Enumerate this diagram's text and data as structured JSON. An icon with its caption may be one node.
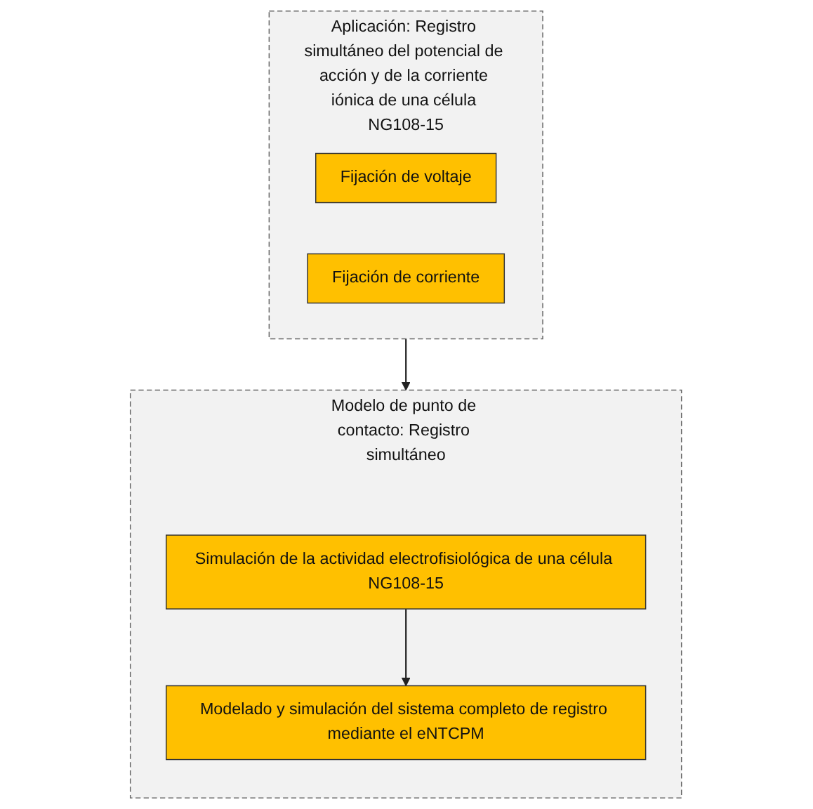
{
  "diagram": {
    "nodes": [
      {
        "text": [
          "Aplicación: Registro simultáneo del potencial de acción y de la corriente iónica de una célula NG108-15"
        ]
      },
      {
        "text": [
          "Fijación de voltaje"
        ],
        "in": 0
      },
      {
        "text": [
          "Fijación de corriente"
        ],
        "in": 0
      },
      {
        "text": [
          "Modelo de punto de contacto: Registro simultáneo"
        ]
      },
      {
        "text": [
          "Simulación de la actividad electrofisiológica de una célula NG108-15"
        ],
        "in": 3
      },
      {
        "text": [
          "Modelado y simulación del sistema completo de registro mediante el eNTCPM"
        ],
        "in": 3
      }
    ],
    "edges": [
      {
        "from": 0,
        "to": 3,
        "arrow": "to"
      },
      {
        "from": 4,
        "to": 5,
        "arrow": "to"
      }
    ]
  }
}
